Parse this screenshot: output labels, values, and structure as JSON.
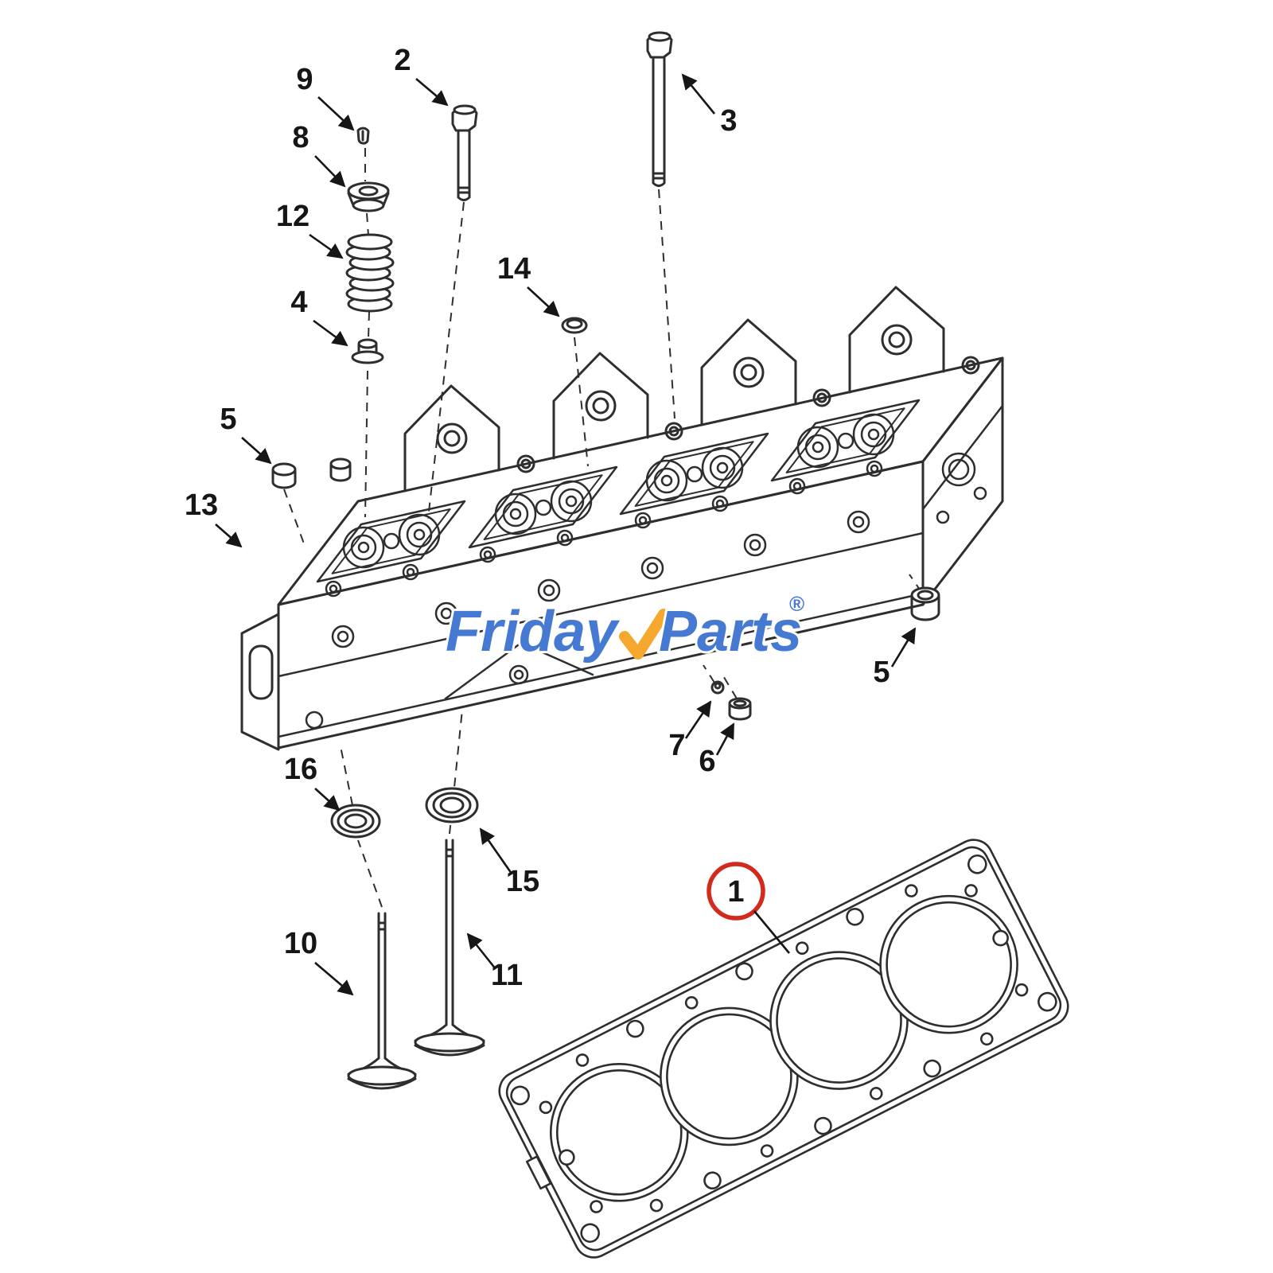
{
  "diagram": {
    "background": "#ffffff",
    "line_color": "#2e2e2e",
    "highlight_color": "#d42a1e",
    "description": "exploded-view-cylinder-head-parts-diagram",
    "callouts": [
      {
        "label": "9"
      },
      {
        "label": "8"
      },
      {
        "label": "12"
      },
      {
        "label": "4"
      },
      {
        "label": "2"
      },
      {
        "label": "3"
      },
      {
        "label": "14"
      },
      {
        "label": "5"
      },
      {
        "label": "13"
      },
      {
        "label": "5"
      },
      {
        "label": "7"
      },
      {
        "label": "6"
      },
      {
        "label": "16"
      },
      {
        "label": "15"
      },
      {
        "label": "10"
      },
      {
        "label": "11"
      },
      {
        "label": "1"
      }
    ]
  },
  "watermark": {
    "friday": "Friday",
    "parts": "Parts",
    "registered": "®",
    "blue": "#4679d2",
    "orange": "#f5a72e"
  }
}
